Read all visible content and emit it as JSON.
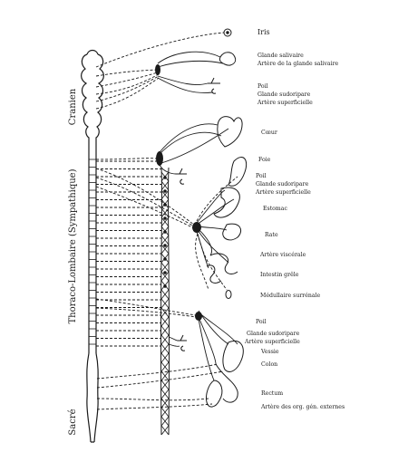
{
  "regions": {
    "cranien": "Cranien",
    "thoraco": "Thoraco-Lombaire (Sympathique)",
    "sacre": "Sacré"
  },
  "organs": {
    "iris": "Iris",
    "glande_salivaire": "Glande salivaire",
    "artere_glande_salivaire": "Artère de la glande salivaire",
    "poil_1": "Poil",
    "glande_sudoripare_1": "Glande sudoripare",
    "artere_superficielle_1": "Artère superficielle",
    "coeur": "Cœur",
    "foie": "Foie",
    "poil_2": "Poil",
    "glande_sudoripare_2": "Glande sudoripare",
    "artere_superficielle_2": "Artère superficielle",
    "estomac": "Estomac",
    "rate": "Rate",
    "artere_viscerale": "Artère viscérale",
    "intestin_grele": "Intestin grêle",
    "medullaire_surrenale": "Médullaire surrénale",
    "poil_3": "Poil",
    "glande_sudoripare_3": "Glande sudoripare",
    "artere_superficielle_3": "Artère superficielle",
    "vessie": "Vessie",
    "colon": "Colon",
    "rectum": "Rectum",
    "artere_org_gen_externes": "Artère des org. gén. externes"
  },
  "colors": {
    "ink": "#1a1a1a",
    "paper": "#ffffff"
  }
}
